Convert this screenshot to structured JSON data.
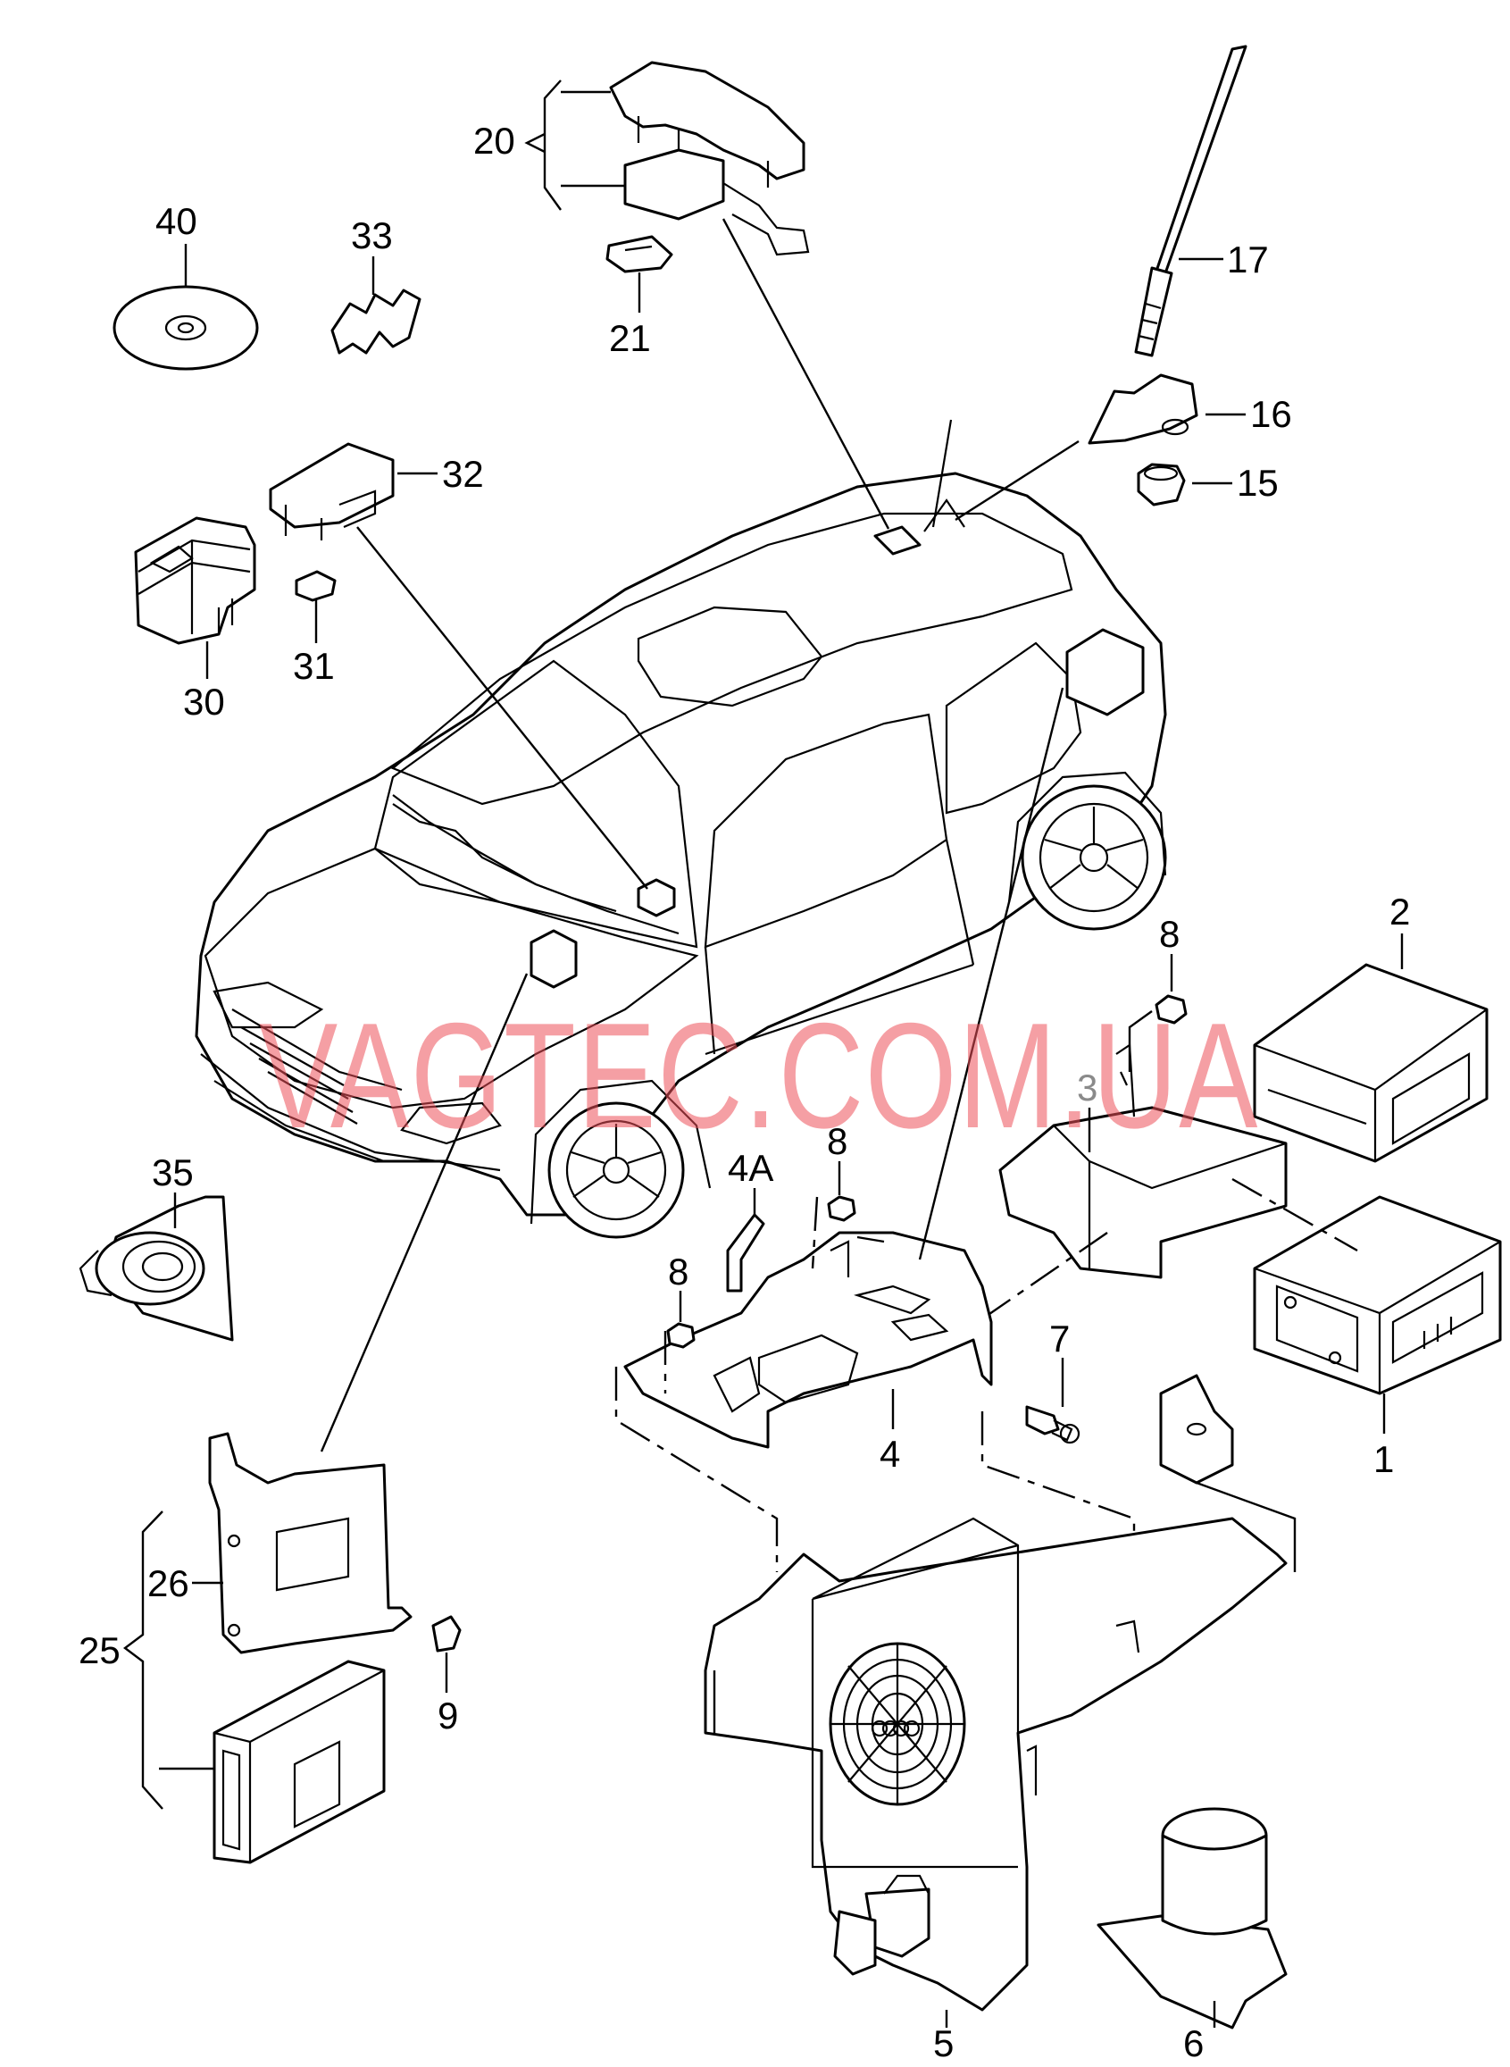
{
  "watermark": "VAGTEC.COM.UA",
  "callouts": {
    "p40": "40",
    "p33": "33",
    "p20": "20",
    "p21": "21",
    "p17": "17",
    "p16": "16",
    "p15": "15",
    "p32": "32",
    "p30": "30",
    "p31": "31",
    "p8a": "8",
    "p2": "2",
    "p3": "3",
    "p8b": "8",
    "p4a": "4A",
    "p8c": "8",
    "p35": "35",
    "p7": "7",
    "p4": "4",
    "p1": "1",
    "p26": "26",
    "p25": "25",
    "p9": "9",
    "p5": "5",
    "p6": "6"
  },
  "colors": {
    "line": "#000000",
    "watermark": "#ec505a",
    "background": "#ffffff"
  }
}
